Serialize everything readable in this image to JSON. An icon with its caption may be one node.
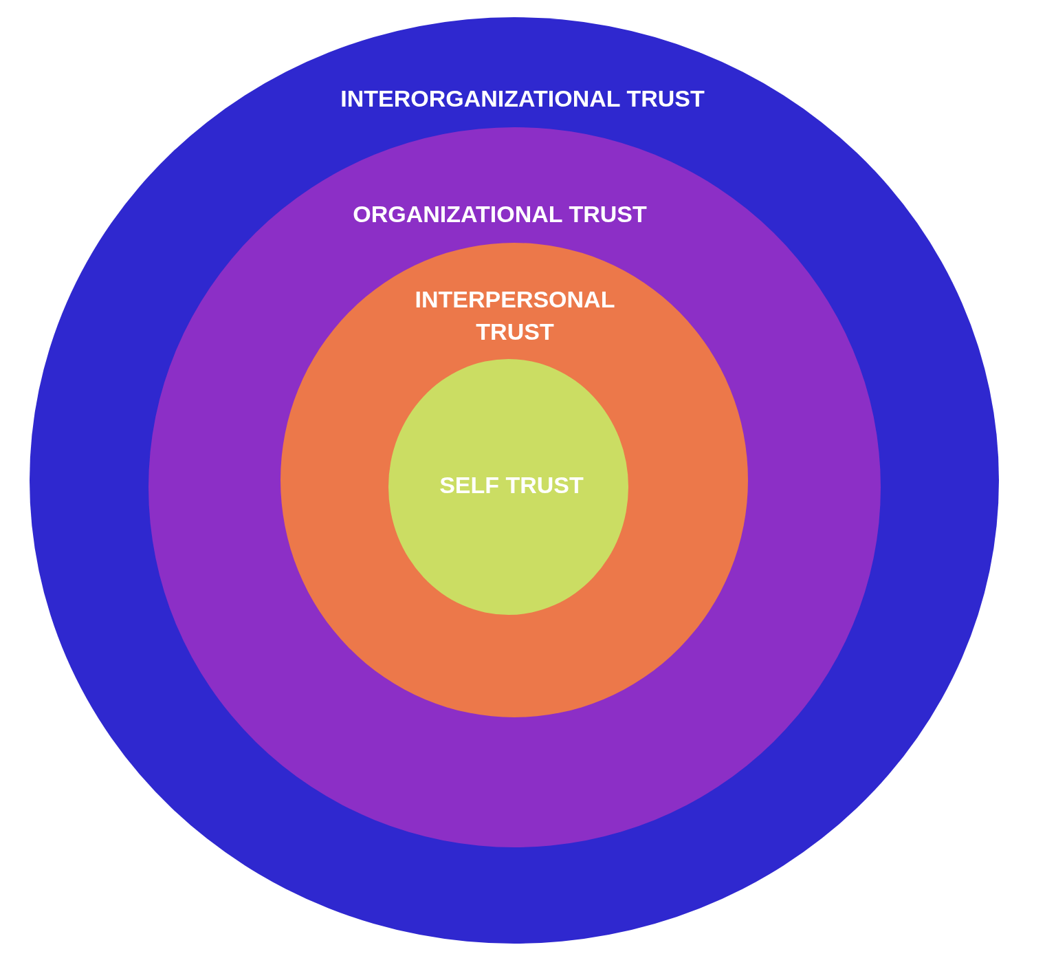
{
  "diagram": {
    "nodes": [
      {
        "text": [
          "INTERORGANIZATIONAL TRUST"
        ]
      },
      {
        "text": [
          "ORGANIZATIONAL TRUST"
        ],
        "in": 0
      },
      {
        "text": [
          "INTERPERSONAL TRUST"
        ],
        "in": 1
      },
      {
        "text": [
          "SELF TRUST"
        ],
        "in": 2
      }
    ]
  }
}
